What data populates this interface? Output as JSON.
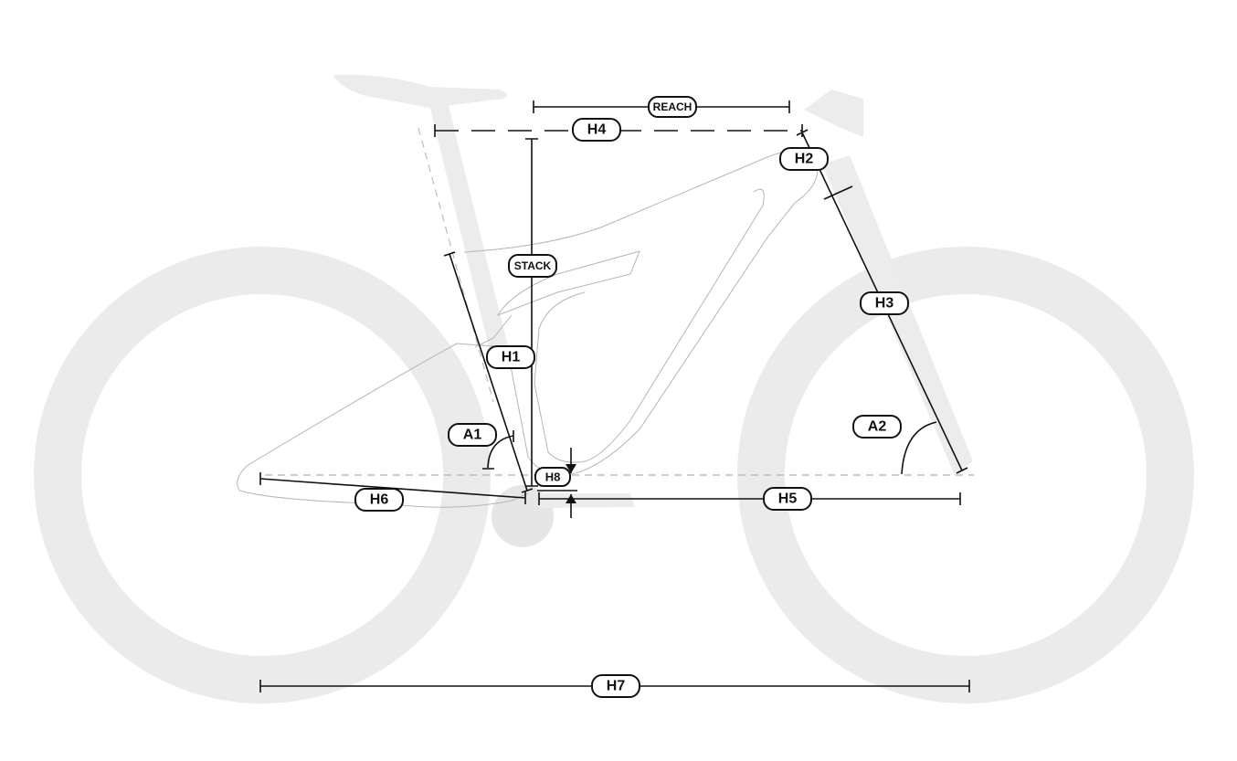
{
  "title": "Bike geometry diagram",
  "colors": {
    "tire": "#ebebeb",
    "frame_line": "#b5b5b5",
    "dimension": "#111111"
  },
  "labels": {
    "reach": "REACH",
    "h4": "H4",
    "h2": "H2",
    "stack": "STACK",
    "h3": "H3",
    "h1": "H1",
    "a1": "A1",
    "a2": "A2",
    "h8": "H8",
    "h6": "H6",
    "h5": "H5",
    "h7": "H7"
  }
}
